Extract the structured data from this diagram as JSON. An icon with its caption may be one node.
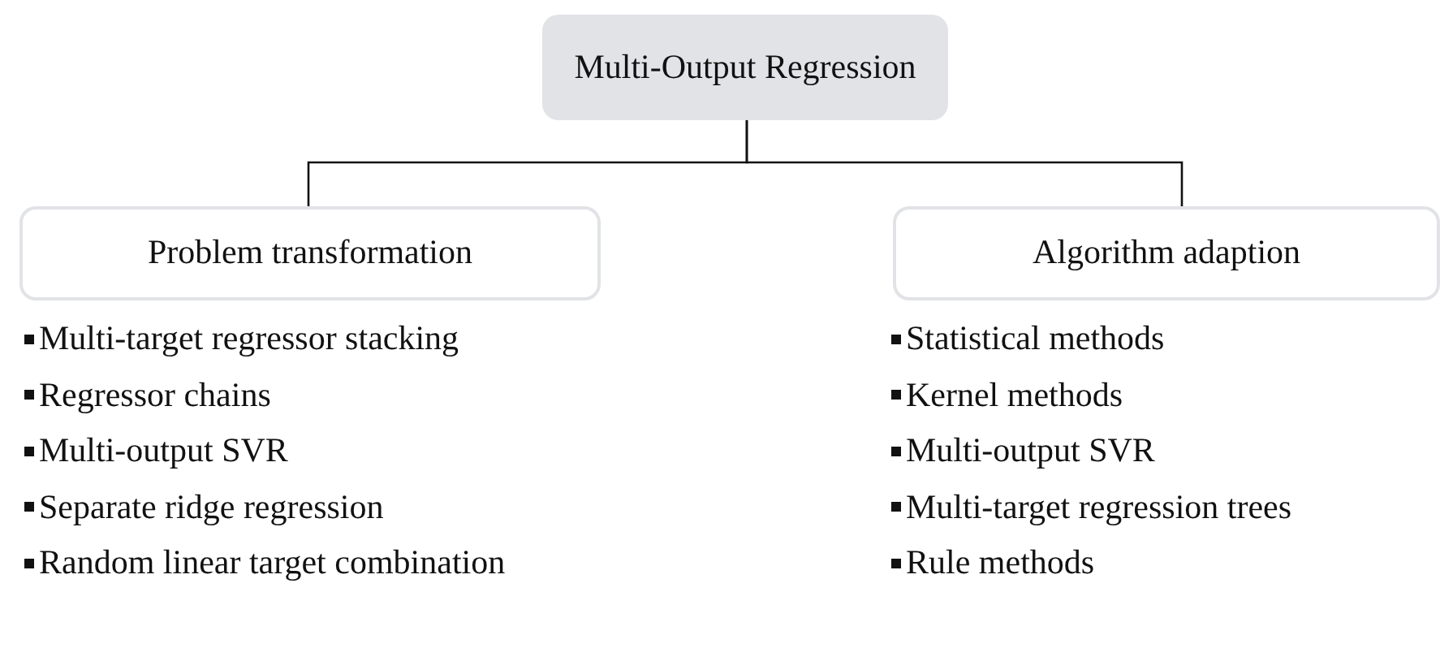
{
  "diagram": {
    "nodes": [
      {
        "text": [
          "Multi-Output Regression"
        ]
      },
      {
        "text": [
          "Problem transformation"
        ]
      },
      {
        "text": [
          "Algorithm adaption"
        ]
      }
    ],
    "edges": [
      {
        "from": 0,
        "to": 1,
        "arrow": "none"
      },
      {
        "from": 0,
        "to": 2,
        "arrow": "none"
      }
    ],
    "labels": [
      "Multi-target regressor stacking",
      "Regressor chains",
      "Multi-output SVR",
      "Separate ridge regression",
      "Random linear target combination",
      "Statistical methods",
      "Kernel methods",
      "Multi-output SVR",
      "Multi-target regression trees",
      "Rule methods"
    ]
  }
}
